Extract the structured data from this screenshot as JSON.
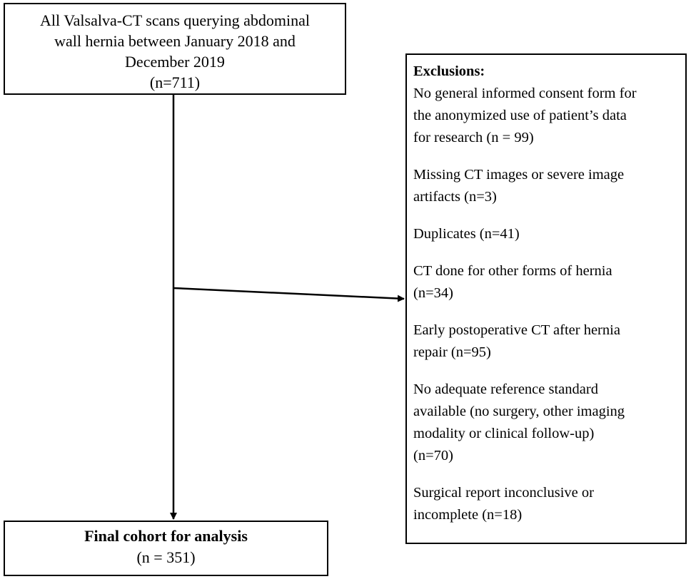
{
  "top_box": {
    "lines": [
      "All Valsalva-CT scans querying abdominal",
      "wall hernia between January 2018 and",
      "December 2019",
      "(n=711)"
    ]
  },
  "exclusions": {
    "title": "Exclusions:",
    "items": [
      {
        "lines": [
          "No general informed consent form for",
          "the anonymized use of patient’s data",
          "for research (n = 99)"
        ]
      },
      {
        "lines": [
          "Missing CT images or severe image",
          "artifacts (n=3)"
        ]
      },
      {
        "lines": [
          "Duplicates (n=41)"
        ]
      },
      {
        "lines": [
          "CT done for other forms of hernia",
          "(n=34)"
        ]
      },
      {
        "lines": [
          "Early postoperative CT after hernia",
          "repair (n=95)"
        ]
      },
      {
        "lines": [
          "No adequate reference standard",
          "available (no surgery, other imaging",
          "modality or clinical follow-up)",
          "(n=70)"
        ]
      },
      {
        "lines": [
          "Surgical report inconclusive or",
          "incomplete (n=18)"
        ]
      }
    ]
  },
  "final_box": {
    "title": "Final cohort for analysis",
    "n": "(n = 351)"
  }
}
